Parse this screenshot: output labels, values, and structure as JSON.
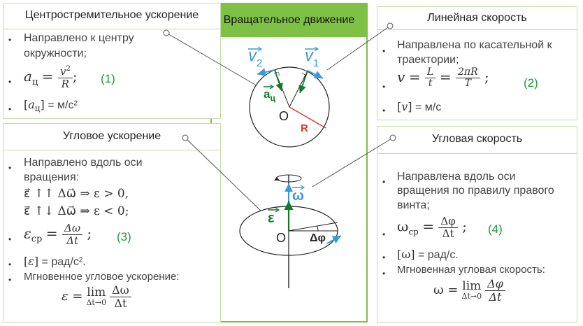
{
  "center": {
    "title": "Вращательное движение"
  },
  "centripetal": {
    "title": "Центростремительное ускорение",
    "line1": "Направлено к центру",
    "line2": "окружности;",
    "formula_lhs": "a",
    "formula_sub": "ц",
    "formula_num": "v",
    "formula_pow": "2",
    "formula_den": "R",
    "number": "(1)",
    "units": "= м/с²"
  },
  "linear": {
    "title": "Линейная скорость",
    "line1": "Направлена по касательной к",
    "line2": "траектории;",
    "formula_lhs": "v",
    "frac1_num": "L",
    "frac1_den": "t",
    "frac2_num": "2πR",
    "frac2_den": "T",
    "number": "(2)",
    "units": "= м/с"
  },
  "angular_accel": {
    "title": "Угловое ускорение",
    "line1": "Направлено вдоль оси",
    "line2": "вращения:",
    "cond1": "ε⃗ ↑↑ Δω⃗  ⇒  ε > 0,",
    "cond2": "ε⃗ ↑↓ Δω⃗  ⇒  ε < 0;",
    "formula_lhs": "ε",
    "formula_sub": "ср",
    "formula_num": "Δω",
    "formula_den": "Δt",
    "number": "(3)",
    "units": "= рад/с².",
    "instant_label": "Мгновенное угловое ускорение:",
    "instant_lhs": "ε =",
    "instant_lim": "lim",
    "instant_lim_sub": "Δt→0",
    "instant_num": "Δω",
    "instant_den": "Δt"
  },
  "angular_vel": {
    "title": "Угловая скорость",
    "line1": "Направлена вдоль оси",
    "line2": "вращения по правилу правого",
    "line3": "винта;",
    "formula_lhs": "ω",
    "formula_sub": "ср",
    "formula_num": "Δφ",
    "formula_den": "Δt",
    "number": "(4)",
    "units": "= рад/с.",
    "instant_label": "Мгновенная угловая скорость:",
    "instant_lhs": "ω =",
    "instant_lim": "lim",
    "instant_lim_sub": "Δt→0",
    "instant_num": "Δφ",
    "instant_den": "Δt"
  },
  "diagram": {
    "v1": "v",
    "v1_sub": "1",
    "v2": "v",
    "v2_sub": "2",
    "a_c": "a",
    "a_c_sub": "ц",
    "center_O": "O",
    "radius_R": "R",
    "omega": "ω",
    "epsilon": "ε",
    "center_O2": "O",
    "dphi": "Δφ"
  },
  "colors": {
    "accent_green": "#7ec144",
    "number_green": "#1e9a3c",
    "blue": "#3a9ad9",
    "dark_green": "#0f7a2a",
    "red": "#e03030",
    "border": "#c9dba6"
  }
}
